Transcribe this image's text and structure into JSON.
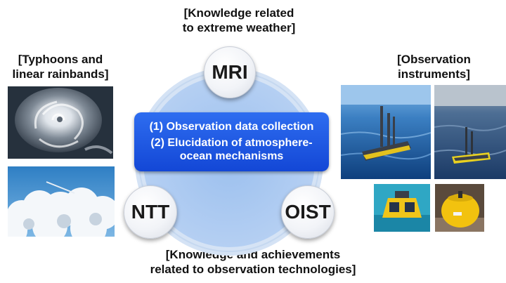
{
  "captions": {
    "top": [
      "[Knowledge related",
      "to extreme weather]"
    ],
    "left": [
      "[Typhoons and",
      "linear rainbands]"
    ],
    "right": [
      "[Observation",
      "instruments]"
    ],
    "bottom": [
      "[Knowledge and achievements",
      "related to observation technologies]"
    ]
  },
  "nodes": {
    "top": "MRI",
    "bottom_left": "NTT",
    "bottom_right": "OIST"
  },
  "goals": {
    "item1": "(1) Observation data collection",
    "item2_line1": "(2) Elucidation of atmosphere-",
    "item2_line2": "ocean mechanisms"
  },
  "colors": {
    "ring": "#bcd3f0",
    "ring_fill": "#a9c8f0",
    "goals_box": "#1f57e0",
    "node": "#f2f4f8"
  }
}
